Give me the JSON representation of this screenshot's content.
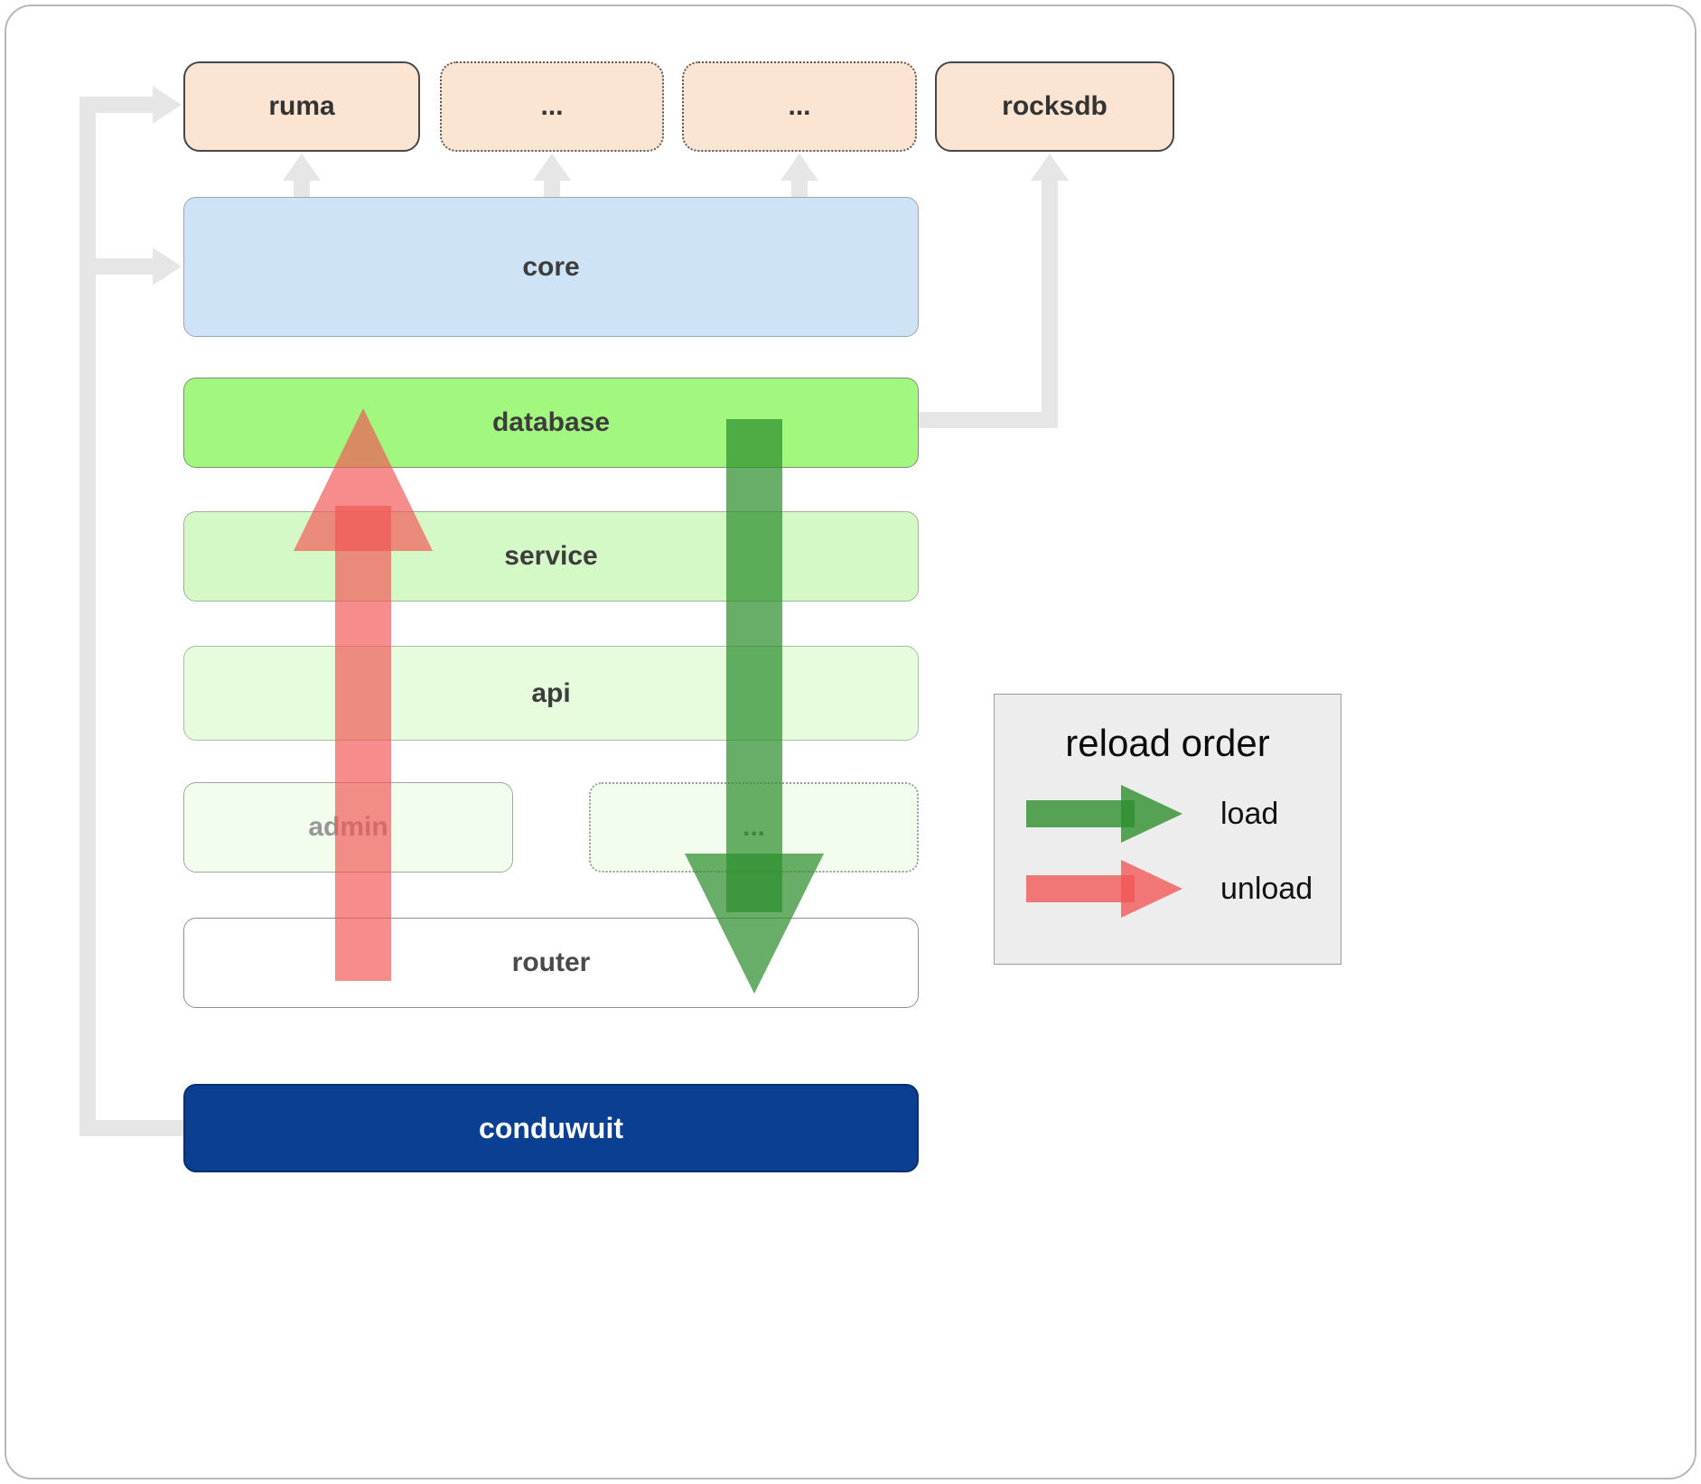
{
  "diagram": {
    "top_row": {
      "ruma": "ruma",
      "ellipsis_1": "...",
      "ellipsis_2": "...",
      "rocksdb": "rocksdb"
    },
    "layers": {
      "core": "core",
      "database": "database",
      "service": "service",
      "api": "api",
      "admin": "admin",
      "ellipsis_mid": "...",
      "router": "router",
      "conduwuit": "conduwuit"
    }
  },
  "legend": {
    "title": "reload order",
    "load_label": "load",
    "unload_label": "unload"
  },
  "colors": {
    "crate_peach": "#fce4d2",
    "core_blue": "#cfe3f7",
    "database_green": "#a2f87f",
    "service_green": "#d5f9c6",
    "api_green": "#e7fbdd",
    "admin_green": "#f3fdee",
    "router_white": "#ffffff",
    "conduwuit_navy": "#0b3f92",
    "load_arrow_green": "#2e8f2e",
    "unload_arrow_red": "#f25555",
    "dependency_arrow_gray": "#e6e6e6",
    "legend_background": "#ededed"
  }
}
